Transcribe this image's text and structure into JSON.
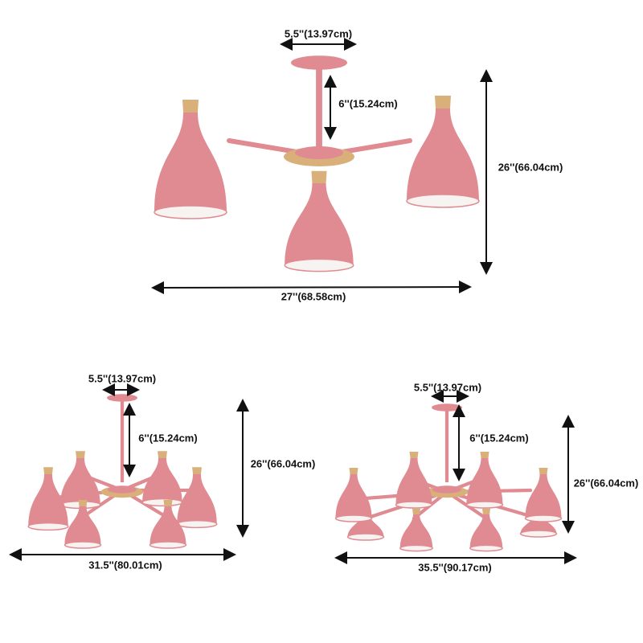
{
  "product": {
    "shade_color": "#e08a92",
    "wood_color": "#d9b07a",
    "arrow_color": "#111111"
  },
  "variants": [
    {
      "id": "3-light",
      "canopy_width": "5.5''(13.97cm)",
      "rod_length": "6''(15.24cm)",
      "height": "26''(66.04cm)",
      "width": "27''(68.58cm)"
    },
    {
      "id": "6-light",
      "canopy_width": "5.5''(13.97cm)",
      "rod_length": "6''(15.24cm)",
      "height": "26''(66.04cm)",
      "width": "31.5''(80.01cm)"
    },
    {
      "id": "8-light",
      "canopy_width": "5.5''(13.97cm)",
      "rod_length": "6''(15.24cm)",
      "height": "26''(66.04cm)",
      "width": "35.5''(90.17cm)"
    }
  ]
}
